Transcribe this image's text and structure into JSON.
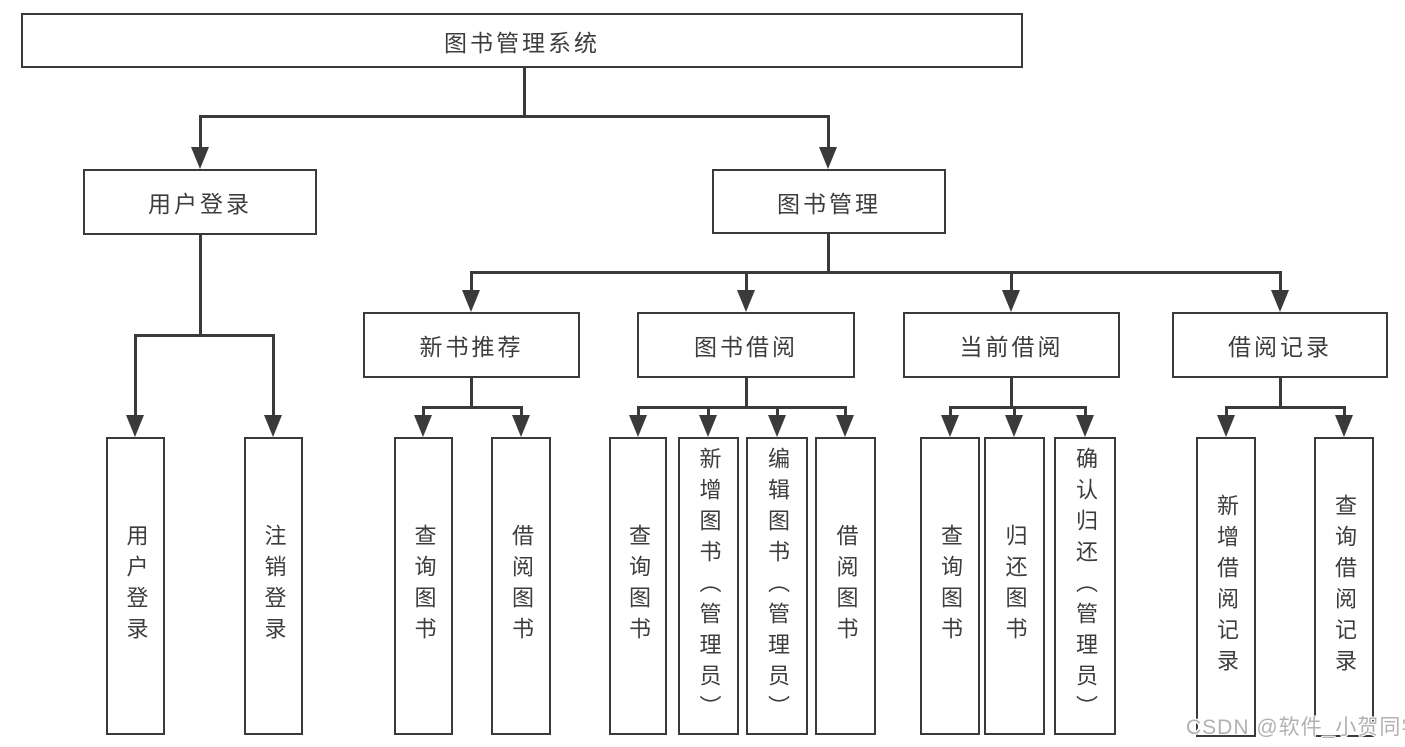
{
  "tree": {
    "root": {
      "label": "图书管理系统"
    },
    "branches": [
      {
        "label": "用户登录",
        "children": [
          {
            "label": "用户登录"
          },
          {
            "label": "注销登录"
          }
        ]
      },
      {
        "label": "图书管理",
        "children": [
          {
            "label": "新书推荐",
            "children": [
              {
                "label": "查询图书"
              },
              {
                "label": "借阅图书"
              }
            ]
          },
          {
            "label": "图书借阅",
            "children": [
              {
                "label": "查询图书"
              },
              {
                "label": "新增图书（管理员）"
              },
              {
                "label": "编辑图书（管理员）"
              },
              {
                "label": "借阅图书"
              }
            ]
          },
          {
            "label": "当前借阅",
            "children": [
              {
                "label": "查询图书"
              },
              {
                "label": "归还图书"
              },
              {
                "label": "确认归还（管理员）"
              }
            ]
          },
          {
            "label": "借阅记录",
            "children": [
              {
                "label": "新增借阅记录"
              },
              {
                "label": "查询借阅记录"
              }
            ]
          }
        ]
      }
    ]
  },
  "watermark": {
    "text": "CSDN @软件_小贺同学"
  },
  "colors": {
    "line": "#3a3a3a",
    "text": "#3d3d3d",
    "watermark": "#b2b2b2",
    "background": "#ffffff"
  }
}
